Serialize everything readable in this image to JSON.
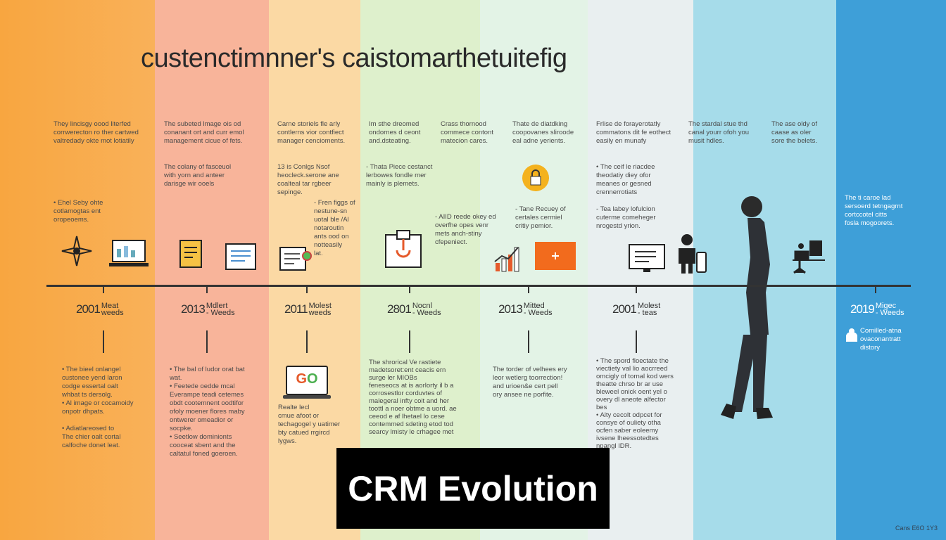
{
  "title": "custenctimnner's caistomarthetuitefig",
  "banner": "CRM Evolution",
  "footer": "Cans E6O 1Y3",
  "colors": {
    "band1": "#f9a94b",
    "band2": "#f8b49a",
    "band3": "#fbd9a4",
    "band4": "#def0cc",
    "band5": "#e3f3e6",
    "band6": "#e9eff0",
    "band7": "#a6dcea",
    "band8": "#3e9fd8",
    "axis": "#333333"
  },
  "top_texts": [
    "They lincisgy oood literfed\ncorrwerecton ro ther cartwed\nvaltredady okte mot lotiatily",
    "The subeted lmage ois od\nconanant ort and curr emol\nmanagement cicue of fets.",
    "Carne storiels fle arly\ncontlerns vior contfiect\nmanager cencioments.",
    "Im sthe dreomed\nondornes d ceont\nand.dsteating.",
    "Crass thornood\ncommece contont\nmatecion cares.",
    "Thate de diatdking\ncoopovanes sliroode\neal adne yerients.",
    "Frlise de forayerotatly\ncommatons dit fe eothect\neasily en munafy",
    "The stardal stue thd\ncanal yourr ofoh you\nmusit hdles.",
    "The ase oldy of\ncaase as oler\nsore the belets."
  ],
  "mid_texts": [
    "The colany of fasceuol\nwith yorn and anteer\ndarisge wir ooels",
    "13 is Conlgs Nsof\nheocleck.serone ane\ncoalteal tar rgbeer\nsepinge.",
    "- Thata Piece cestanct\nlerbowes fondle mer\nmainly is plemets.",
    "• The ceif le riacdee\ntheodatiy diey ofor\nmeanes or gesned\ncrennerrotiats",
    "• Ehel Seby ohte\ncotlamogtas ent\noropeoems.",
    "- Fren figgs of\nnestune-sn\nuotal ble /Al\nnotaroutin\nants ood on\nnotteasily\nlat.",
    "- AIID reede okey ed\noverfhe opes venr\nmets anch-stiny\ncfepeniect.",
    "- Tane Recuey of\ncertales cermiel\ncritiy pemior.",
    "- Tea labey lofulcion\ncuterme comeheger\nnrogestd yrion.",
    "The ti caroe lad\nsersoerd tetngagrnt\ncortccotel citts\nfosla mogoorets."
  ],
  "years": [
    {
      "year": "2001",
      "sub": "Meat\nweeds"
    },
    {
      "year": "2013",
      "sub": "Mdlert\n- Weeds"
    },
    {
      "year": "2011",
      "sub": "Molest\nweeds"
    },
    {
      "year": "2801",
      "sub": "Nocnl\n- Weeds"
    },
    {
      "year": "2013",
      "sub": "Mitted\n- Weeds"
    },
    {
      "year": "2001",
      "sub": "Molest\n- teas"
    },
    {
      "year": "2019",
      "sub": "Migec\n- Weeds"
    }
  ],
  "bottom_texts": [
    "• The bieel onlangel\ncustonee yend laron\ncodge essertal oalt\nwhbat ts dersolg.\n• Al image or cocamoidy\nonpotr dhpats.\n\n• Adiatlareosed to\nThe chier oalt cortal\ncalfoche donet leat.",
    "• The bal of ludor orat bat\nwat.\n• Feetede oedde mcal\nEverampe teadi cetemes\nobdt cootemnent oodtifor\nofoly moener flores maby\nontwerer omeadior or\nsocpke.\n• Seetlow dominionts\ncooceat sbent and the\ncaltatul foned goeroen.",
    "Realte lecl\ncmue afoot or\ntechagogel y uatimer\nbty catued rrgircd\nlygws.",
    "The shrorical Ve rastiete\nmadetsoret:ent ceacis ern\nsurge ler MIOBs\nfeneseocs at is aorlorty il b a\ncorrosestlor corduvtes of\nmalegeral infty coit and her\ntoottl a noer obtme a uord. ae\nceeod e af lhetael lo cese\ncontemmed sdeting etod tod\nsearcy lmisty le crhagee met",
    "The torder of velhees ery\nleor wetlerg toorrection!\nand urioen&e cert pell\nory ansee ne porfite.",
    "• The spord floectate the\nviectiety val lio aocrreed\nomcigly of tornal kod wers\ntheatte chrso br ar use\nbleweel onick oent yel o\novery dl aneote alfector\nbes\n• Alty cecolt odpcet for\nconsye of ouliety otha\nocfen saber eoleemy\nivsene lheessotedtes\nnpangl IDR.",
    "Comilled-atna\novaconantratt\ndistory"
  ],
  "icons": [
    "compass-drone-icon",
    "laptop-chart-icon",
    "document-note-icon",
    "document-screen-icon",
    "certificate-icon",
    "go-laptop-icon",
    "clipboard-alert-icon",
    "lock-icon",
    "bar-chart-icon",
    "orange-screen-icon",
    "monitor-text-icon",
    "person-phone-icon",
    "woman-walking-figure",
    "office-desk-icon",
    "user-badge-icon"
  ]
}
